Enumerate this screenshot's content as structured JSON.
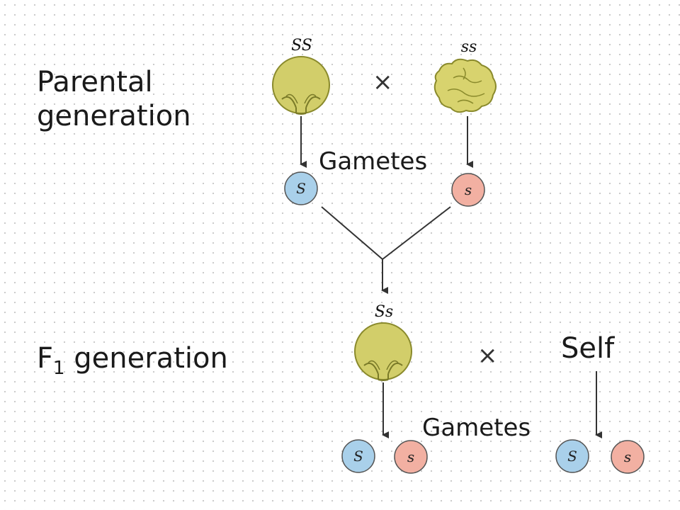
{
  "parental": {
    "label_line1": "Parental",
    "label_line2": "generation",
    "left_genotype": "SS",
    "right_genotype": "ss",
    "cross_symbol": "×",
    "gametes_label": "Gametes",
    "left_gamete": "S",
    "right_gamete": "s"
  },
  "f1": {
    "label_main": "F",
    "label_sub": "1",
    "label_rest": " generation",
    "genotype": "Ss",
    "cross_symbol": "×",
    "self_label": "Self",
    "gametes_label": "Gametes",
    "gametes": [
      "S",
      "s",
      "S",
      "s"
    ]
  },
  "colors": {
    "seed_fill": "#d2ce6a",
    "seed_stroke": "#8a8a2c",
    "gamete_dominant": "#a9d0ea",
    "gamete_recessive": "#f2b0a2",
    "arrow": "#333333"
  }
}
